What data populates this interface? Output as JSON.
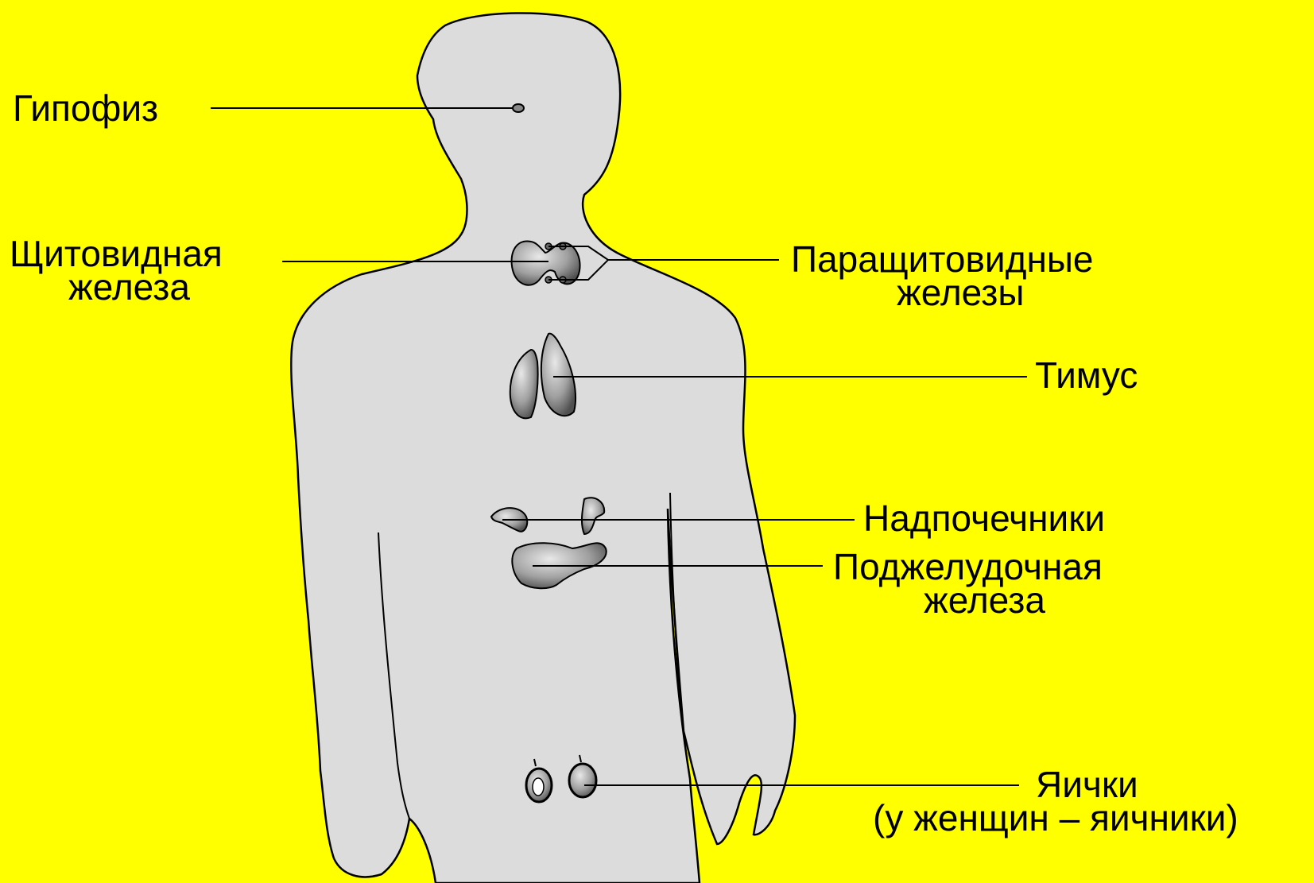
{
  "colors": {
    "background": "#ffff00",
    "body": "#dcdcdc",
    "organ": "#b8b8b8",
    "line": "#000000"
  },
  "labels": {
    "pituitary": "Гипофиз",
    "thyroid_line1": "Щитовидная",
    "thyroid_line2": "железа",
    "parathyroid_line1": "Паращитовидные",
    "parathyroid_line2": "железы",
    "thymus": "Тимус",
    "adrenals": "Надпочечники",
    "pancreas_line1": "Поджелудочная",
    "pancreas_line2": "железа",
    "testes_line1": "Яички",
    "testes_line2": "(у женщин – яичники)"
  }
}
